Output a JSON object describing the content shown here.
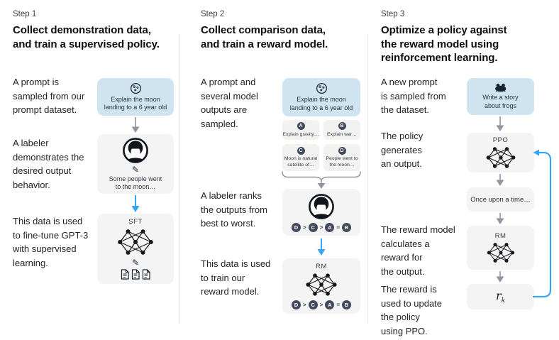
{
  "colors": {
    "accent_blue": "#36a5f5",
    "prompt_box_bg": "#cfe4f0",
    "panel_bg": "#f4f4f4",
    "output_box_bg": "#f2f2f1",
    "badge_bg": "#414b5c",
    "arrow_gray": "#8f95a1"
  },
  "icons": {
    "pencil": "✎"
  },
  "step1": {
    "label": "Step 1",
    "title": "Collect demonstration data,\nand train a supervised policy.",
    "captions": {
      "prompt": "A prompt is\nsampled from our\nprompt dataset.",
      "labeler": "A labeler\ndemonstrates the\ndesired output\nbehavior.",
      "finetune": "This data is used\nto fine-tune GPT-3\nwith supervised\nlearning."
    },
    "prompt_box_text": "Explain the moon\nlanding to a 6 year old",
    "labeler_output": "Some people went\nto the moon…",
    "model_label": "SFT"
  },
  "step2": {
    "label": "Step 2",
    "title": "Collect comparison data,\nand train a reward model.",
    "captions": {
      "prompt": "A prompt and\nseveral model\noutputs are\nsampled.",
      "labeler": "A labeler ranks\nthe outputs from\nbest to worst.",
      "train": "This data is used\nto train our\nreward model."
    },
    "prompt_box_text": "Explain the moon\nlanding to a 6 year old",
    "outputs": [
      {
        "letter": "A",
        "caption": "Explain gravity…"
      },
      {
        "letter": "B",
        "caption": "Explain war…"
      },
      {
        "letter": "C",
        "caption": "Moon is natural\nsatellite of…"
      },
      {
        "letter": "D",
        "caption": "People went to\nthe moon…"
      }
    ],
    "ranking": {
      "letters": [
        "D",
        "C",
        "A",
        "B"
      ],
      "ops": [
        ">",
        ">",
        "="
      ]
    },
    "model_label": "RM"
  },
  "step3": {
    "label": "Step 3",
    "title": "Optimize a policy against\nthe reward model using\nreinforcement learning.",
    "captions": {
      "prompt": "A new prompt\nis sampled from\nthe dataset.",
      "policy": "The policy\ngenerates\nan output.",
      "reward": "The reward model\ncalculates a\nreward for\nthe output.",
      "update": "The reward is\nused to update\nthe policy\nusing PPO."
    },
    "prompt_box_text": "Write a story\nabout frogs",
    "policy_label": "PPO",
    "output_text": "Once upon a time…",
    "model_label": "RM",
    "reward_symbol": {
      "base": "r",
      "sub": "k"
    }
  }
}
